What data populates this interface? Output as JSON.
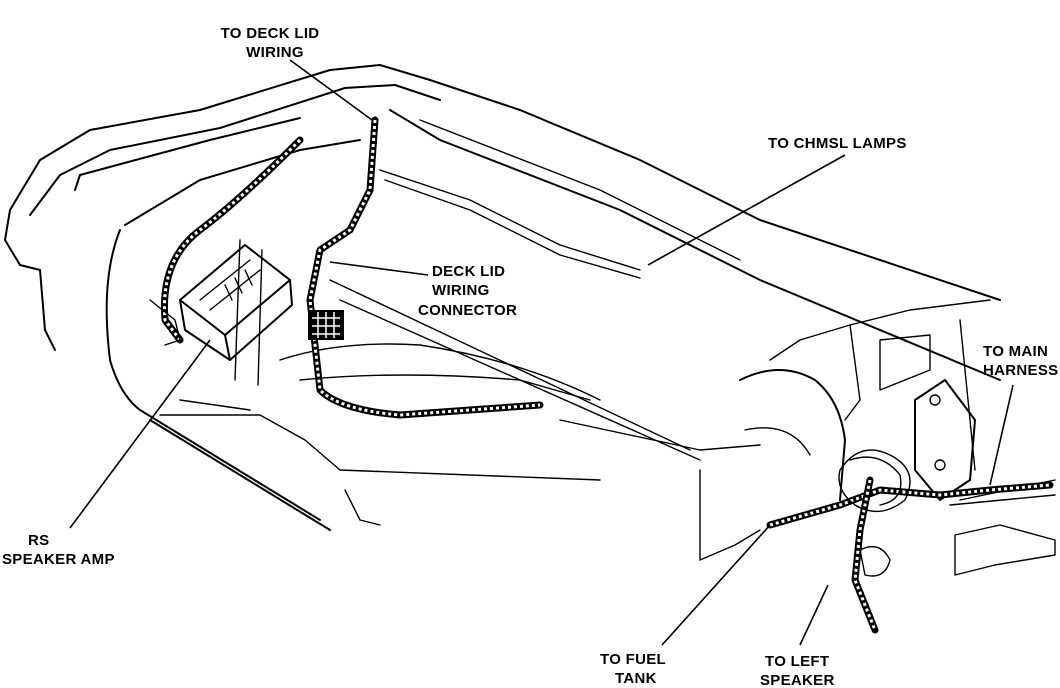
{
  "labels": {
    "deck_lid_wiring": [
      "TO DECK LID",
      "WIRING"
    ],
    "chmsl_lamps": "TO CHMSL LAMPS",
    "deck_lid_connector": [
      "DECK LID",
      "WIRING",
      "CONNECTOR"
    ],
    "main_harness": [
      "TO MAIN",
      "HARNESS"
    ],
    "rs_speaker_amp": [
      "RS",
      "SPEAKER AMP"
    ],
    "fuel_tank": [
      "TO FUEL",
      "TANK"
    ],
    "left_speaker": [
      "TO LEFT",
      "SPEAKER"
    ]
  }
}
